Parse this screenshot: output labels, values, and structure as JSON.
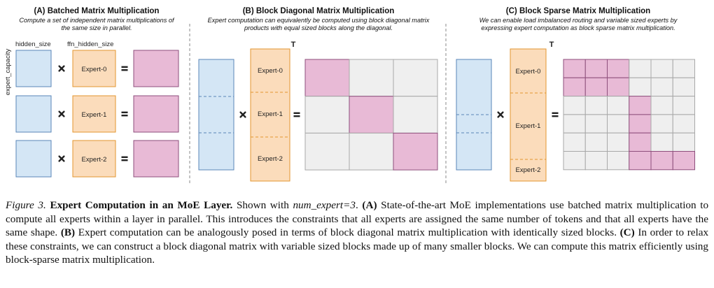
{
  "panels": {
    "a": {
      "title": "(A) Batched Matrix Multiplication",
      "subtitle_l1": "Compute a set of independent matrix multiplications of",
      "subtitle_l2": "the same size in parallel.",
      "label_hidden": "hidden_size",
      "label_ffn": "ffn_hidden_size",
      "label_capacity": "expert_capacity",
      "experts": [
        "Expert-0",
        "Expert-1",
        "Expert-2"
      ]
    },
    "b": {
      "title": "(B) Block Diagonal Matrix Multiplication",
      "subtitle_l1": "Expert computation can equivalently be computed using block diagonal matrix",
      "subtitle_l2": "products with equal sized blocks along the diagonal.",
      "transpose": "T",
      "experts": [
        "Expert-0",
        "Expert-1",
        "Expert-2"
      ]
    },
    "c": {
      "title": "(C) Block Sparse Matrix Multiplication",
      "subtitle_l1": "We can enable load imbalanced routing and variable sized experts by",
      "subtitle_l2": "expressing expert computation as block sparse matrix multiplication.",
      "transpose": "T",
      "experts": [
        "Expert-0",
        "Expert-1",
        "Expert-2"
      ]
    }
  },
  "colors": {
    "blue_fill": "#d4e6f5",
    "blue_stroke": "#5a86b8",
    "orange_fill": "#fbdcbb",
    "orange_stroke": "#e3962f",
    "pink_fill": "#e8bad6",
    "pink_stroke": "#8e4f7c",
    "gray_fill": "#efefef",
    "gray_stroke": "#a8a8a8",
    "divider": "#888888"
  },
  "caption": {
    "fig_label": "Figure 3.",
    "bold_title": "Expert Computation in an MoE Layer.",
    "shown_with": "Shown with",
    "var": "num_expert=3",
    "after_var": ".",
    "a_label": "(A)",
    "a_text": "State-of-the-art MoE implementations use batched matrix multiplication to compute all experts within a layer in parallel. This introduces the constraints that all experts are assigned the same number of tokens and that all experts have the same shape.",
    "b_label": "(B)",
    "b_text": "Expert computation can be analogously posed in terms of block diagonal matrix multiplication with identically sized blocks.",
    "c_label": "(C)",
    "c_text": "In order to relax these constraints, we can construct a block diagonal matrix with variable sized blocks made up of many smaller blocks. We can compute this matrix efficiently using block-sparse matrix multiplication."
  }
}
